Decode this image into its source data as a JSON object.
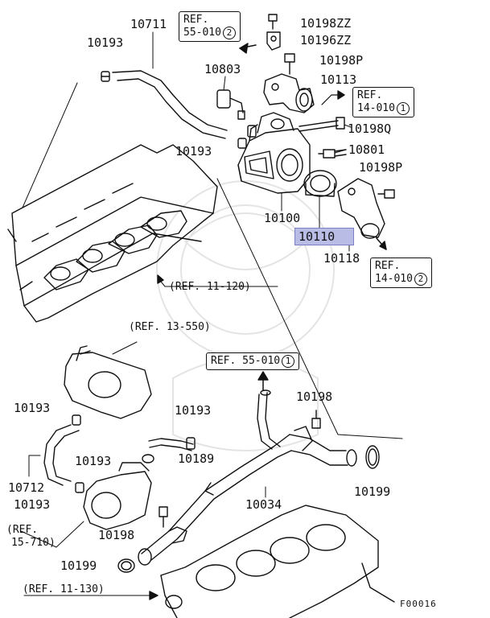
{
  "parts": {
    "p10711": "10711",
    "p10193_a": "10193",
    "p10803": "10803",
    "p10193_b": "10193",
    "p10198ZZ": "10198ZZ",
    "p10196ZZ": "10196ZZ",
    "p10198P_a": "10198P",
    "p10113": "10113",
    "p10198Q": "10198Q",
    "p10801": "10801",
    "p10198P_b": "10198P",
    "p10100": "10100",
    "p10110": "10110",
    "p10118": "10118",
    "p10193_c": "10193",
    "p10193_d": "10193",
    "p10189": "10189",
    "p10193_e": "10193",
    "p10712": "10712",
    "p10193_f": "10193",
    "p10198_a": "10198",
    "p10199_a": "10199",
    "p10034": "10034",
    "p10198_b": "10198",
    "p10199_b": "10199"
  },
  "refs": {
    "ref_55_010_2": {
      "line1": "REF.",
      "line2": "55-010",
      "circle": "2"
    },
    "ref_14_010_1": {
      "line1": "REF.",
      "line2": "14-010",
      "circle": "1"
    },
    "ref_14_010_2": {
      "line1": "REF.",
      "line2": "14-010",
      "circle": "2"
    },
    "ref_55_010_1": {
      "text": "REF. 55-010",
      "circle": "1"
    },
    "ref_11_120": "(REF. 11-120)",
    "ref_13_550": "(REF. 13-550)",
    "ref_15_710_l1": "(REF.",
    "ref_15_710_l2": "15-710)",
    "ref_11_130": "(REF. 11-130)"
  },
  "diagram_code": "F00016",
  "selected_part": "10110",
  "colors": {
    "highlight": "#b9bde6",
    "ink": "#111111"
  }
}
